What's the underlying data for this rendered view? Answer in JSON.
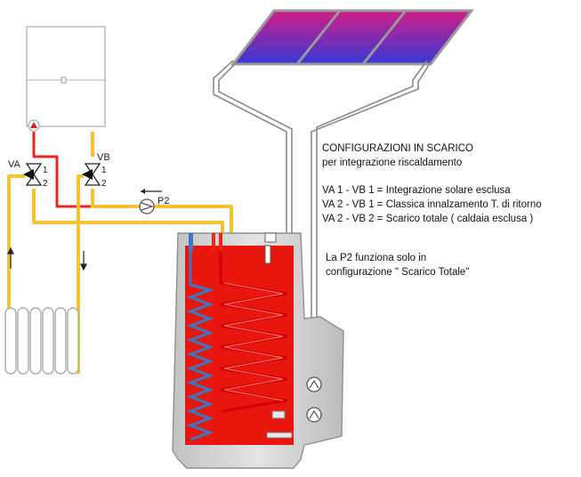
{
  "labels": {
    "va": "VA",
    "vb": "VB",
    "va_port1": "1",
    "va_port2": "2",
    "vb_port1": "1",
    "vb_port2": "2",
    "pump": "P2"
  },
  "notes": {
    "title": "CONFIGURAZIONI IN SCARICO",
    "subtitle": "per integrazione riscaldamento",
    "config_lines": [
      "VA 1 - VB 1 = Integrazione solare esclusa",
      "VA 2 - VB 1 = Classica innalzamento T. di ritorno",
      "VA 2 - VB 2 = Scarico totale ( caldaia esclusa )"
    ],
    "pump_note_1": "La P2 funziona solo in",
    "pump_note_2": "configurazione \" Scarico Totale\""
  },
  "colors": {
    "hot_pipe": "#e8261e",
    "warm_pipe": "#f4c430",
    "tank": "#e8160d",
    "casing": "#d8d8d8",
    "coil_cold": "#3a78c8",
    "panel_top": "#c8208a",
    "panel_bottom": "#3a3ad8"
  }
}
